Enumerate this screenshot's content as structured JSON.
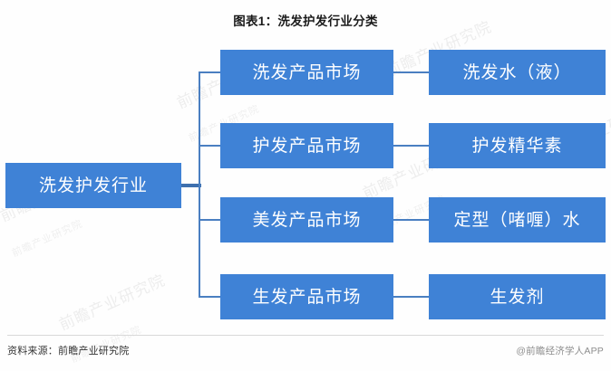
{
  "title": "图表1：洗发护发行业分类",
  "colors": {
    "node_fill": "#3f82d6",
    "node_text": "#ffffff",
    "connector": "#4a7fc1",
    "connector_thick": "#3d6fae",
    "title_text": "#1a1a1a",
    "source_text": "#333333",
    "handle_text": "#8d8d8d",
    "background": "#fefefe"
  },
  "diagram": {
    "type": "tree",
    "root": {
      "label": "洗发护发行业"
    },
    "rows": [
      {
        "category": "洗发产品市场",
        "product": "洗发水（液）"
      },
      {
        "category": "护发产品市场",
        "product": "护发精华素"
      },
      {
        "category": "美发产品市场",
        "product": "定型（啫喱）水"
      },
      {
        "category": "生发产品市场",
        "product": "生发剂"
      }
    ]
  },
  "watermarks": {
    "main": "前瞻产业研究院",
    "sub": "前瞻产业研究院"
  },
  "footer": {
    "source": "资料来源：前瞻产业研究院",
    "handle": "@前瞻经济学人APP"
  }
}
